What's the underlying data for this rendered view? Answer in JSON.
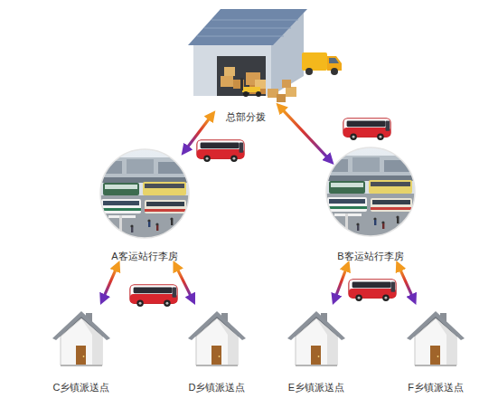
{
  "diagram": {
    "nodes": [
      {
        "text": [
          "总部分拨"
        ]
      },
      {
        "text": [
          "A客运站行李房"
        ]
      },
      {
        "text": [
          "B客运站行李房"
        ]
      },
      {
        "text": [
          "C乡镇派送点"
        ]
      },
      {
        "text": [
          "D乡镇派送点"
        ]
      },
      {
        "text": [
          "E乡镇派送点"
        ]
      },
      {
        "text": [
          "F乡镇派送点"
        ]
      }
    ],
    "edges": [
      {
        "from": 0,
        "to": 1,
        "arrow": "both"
      },
      {
        "from": 0,
        "to": 2,
        "arrow": "both"
      },
      {
        "from": 1,
        "to": 3,
        "arrow": "both"
      },
      {
        "from": 1,
        "to": 4,
        "arrow": "both"
      },
      {
        "from": 2,
        "to": 5,
        "arrow": "both"
      },
      {
        "from": 2,
        "to": 6,
        "arrow": "both"
      }
    ]
  }
}
